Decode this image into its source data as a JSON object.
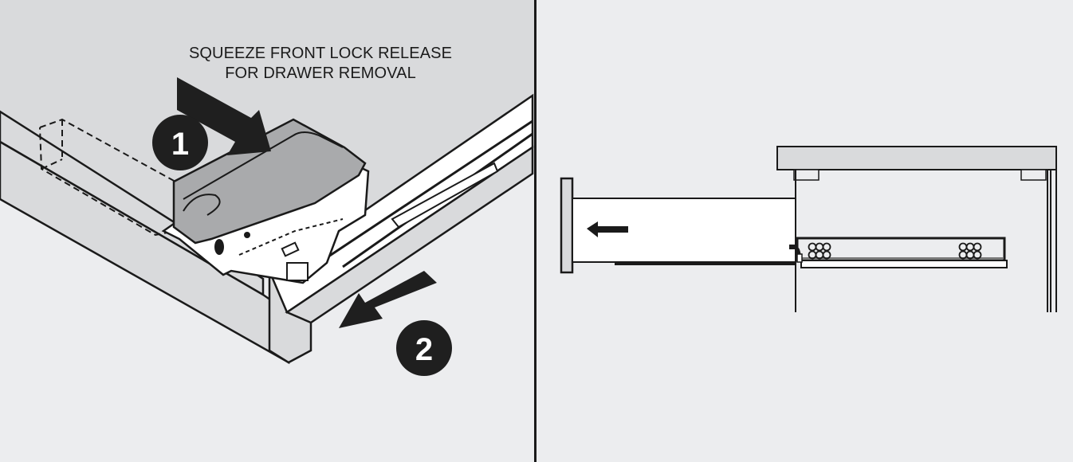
{
  "left_panel": {
    "caption_line1": "SQUEEZE FRONT LOCK RELEASE",
    "caption_line2": "FOR DRAWER REMOVAL",
    "step_1": "1",
    "step_2": "2"
  },
  "colors": {
    "background": "#ecedef",
    "upper_surface": "#d9dadc",
    "ink": "#1a1a1a",
    "lever_fill": "#a9aaac",
    "white": "#ffffff"
  },
  "icons": {
    "push_arrow": "arrow-down-right-icon",
    "pull_arrow": "arrow-down-left-icon",
    "drawer_arrow": "arrow-left-icon"
  }
}
